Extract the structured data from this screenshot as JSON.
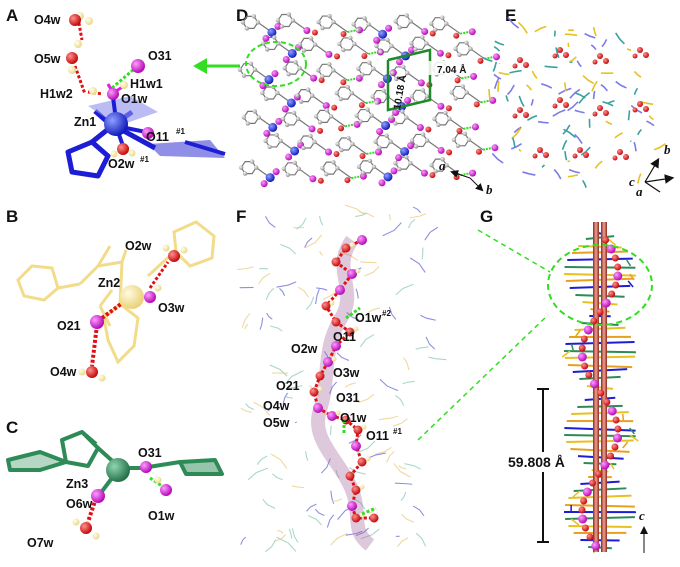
{
  "panels": {
    "A": {
      "label": "A",
      "atoms": {
        "zn": "Zn1",
        "o4w": "O4w",
        "o5w": "O5w",
        "h1w2": "H1w2",
        "h1w1": "H1w1",
        "o31": "O31",
        "o1w": "O1w",
        "o11": "O11",
        "o11_sup": "#1",
        "o2w": "O2w",
        "o2w_sup": "#1"
      }
    },
    "B": {
      "label": "B",
      "atoms": {
        "zn": "Zn2",
        "o2w": "O2w",
        "o3w": "O3w",
        "o21": "O21",
        "o4w": "O4w"
      }
    },
    "C": {
      "label": "C",
      "atoms": {
        "zn": "Zn3",
        "o31": "O31",
        "o6w": "O6w",
        "o1w": "O1w",
        "o7w": "O7w"
      }
    },
    "D": {
      "label": "D",
      "distances": [
        "7.04 Å",
        "10.18 Å"
      ],
      "axes": [
        "a",
        "b"
      ]
    },
    "E": {
      "label": "E",
      "axes": [
        "b",
        "c",
        "a"
      ]
    },
    "F": {
      "label": "F",
      "atoms": {
        "o1w2": "O1w",
        "o1w2_sup": "#2",
        "o2w": "O2w",
        "o11": "O11",
        "o3w": "O3w",
        "o21": "O21",
        "o31": "O31",
        "o4w": "O4w",
        "o1w": "O1w",
        "o5w": "O5w",
        "o11b": "O11",
        "o11b_sup": "#1"
      }
    },
    "G": {
      "label": "G",
      "pitch": "59.808 Å",
      "axis": "c"
    }
  },
  "colors": {
    "zn1": "#1d1dd6",
    "zn2": "#f2dc8a",
    "zn3": "#2e8b57",
    "oxygen": "#e01010",
    "magenta": "#dd22dd",
    "hydrogen": "#f2e08a",
    "green_arrow": "#33dd22",
    "helix_rod": "#c84b3c"
  }
}
